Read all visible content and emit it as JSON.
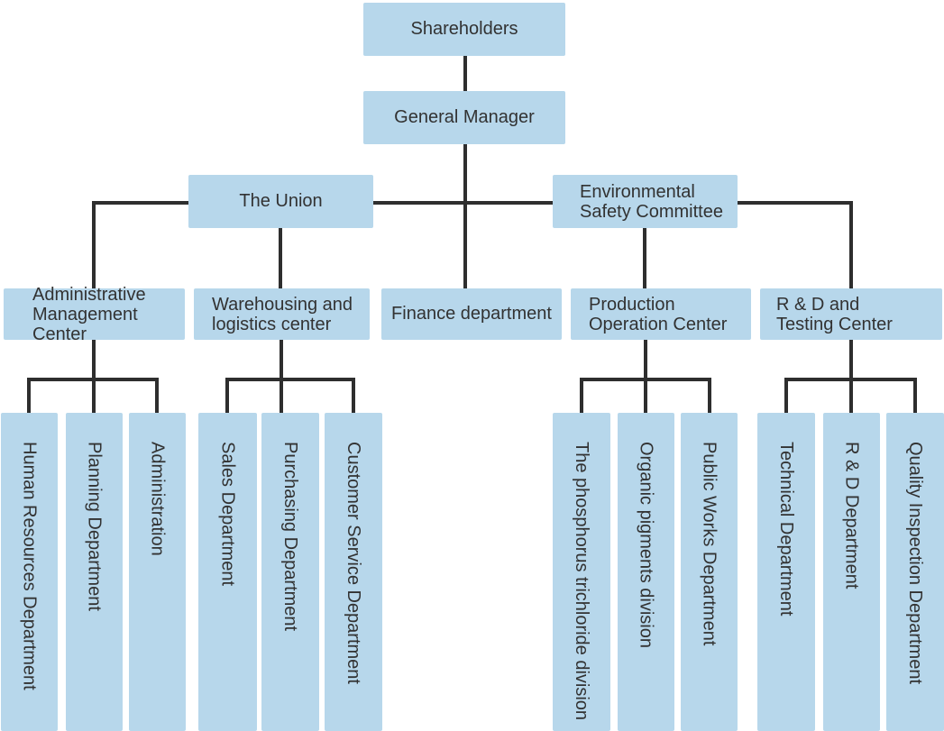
{
  "diagram": {
    "type": "org-chart",
    "title": "Company organization chart"
  },
  "colors": {
    "background": "#ffffff",
    "box_fill": "#b7d7eb",
    "line": "#2e2e2e",
    "text": "#323232"
  },
  "nodes": {
    "shareholders": {
      "lines": [
        "Shareholders"
      ]
    },
    "general_manager": {
      "lines": [
        "General Manager"
      ]
    },
    "the_union": {
      "lines": [
        "The Union"
      ]
    },
    "environmental_safety_committee": {
      "lines": [
        "Environmental",
        "Safety Committee"
      ]
    },
    "administrative_management_center": {
      "lines": [
        "Administrative",
        "Management Center"
      ]
    },
    "warehousing_logistics_center": {
      "lines": [
        "Warehousing and",
        "logistics center"
      ]
    },
    "finance_department": {
      "lines": [
        "Finance department"
      ]
    },
    "production_operation_center": {
      "lines": [
        "Production",
        "Operation Center"
      ]
    },
    "rd_testing_center": {
      "lines": [
        "R & D and",
        "Testing Center"
      ]
    },
    "human_resources_department": {
      "lines": [
        "Human Resources Department"
      ]
    },
    "planning_department": {
      "lines": [
        "Planning Department"
      ]
    },
    "administration": {
      "lines": [
        "Administration"
      ]
    },
    "sales_department": {
      "lines": [
        "Sales Department"
      ]
    },
    "purchasing_department": {
      "lines": [
        "Purchasing Department"
      ]
    },
    "customer_service_department": {
      "lines": [
        "Customer Service Department"
      ]
    },
    "phosphorus_trichloride_division": {
      "lines": [
        "The phosphorus trichloride division"
      ]
    },
    "organic_pigments_division": {
      "lines": [
        "Organic pigments division"
      ]
    },
    "public_works_department": {
      "lines": [
        "Public Works Department"
      ]
    },
    "technical_department": {
      "lines": [
        "Technical Department"
      ]
    },
    "rd_department": {
      "lines": [
        "R & D Department"
      ]
    },
    "quality_inspection_department": {
      "lines": [
        "Quality Inspection Department"
      ]
    }
  },
  "hierarchy": {
    "shareholders": [
      "general_manager"
    ],
    "general_manager": [
      "the_union",
      "finance_department",
      "environmental_safety_committee",
      "administrative_management_center",
      "rd_testing_center"
    ],
    "the_union": [
      "warehousing_logistics_center"
    ],
    "environmental_safety_committee": [
      "production_operation_center"
    ],
    "administrative_management_center": [
      "human_resources_department",
      "planning_department",
      "administration"
    ],
    "warehousing_logistics_center": [
      "sales_department",
      "purchasing_department",
      "customer_service_department"
    ],
    "production_operation_center": [
      "phosphorus_trichloride_division",
      "organic_pigments_division",
      "public_works_department"
    ],
    "rd_testing_center": [
      "technical_department",
      "rd_department",
      "quality_inspection_department"
    ]
  }
}
